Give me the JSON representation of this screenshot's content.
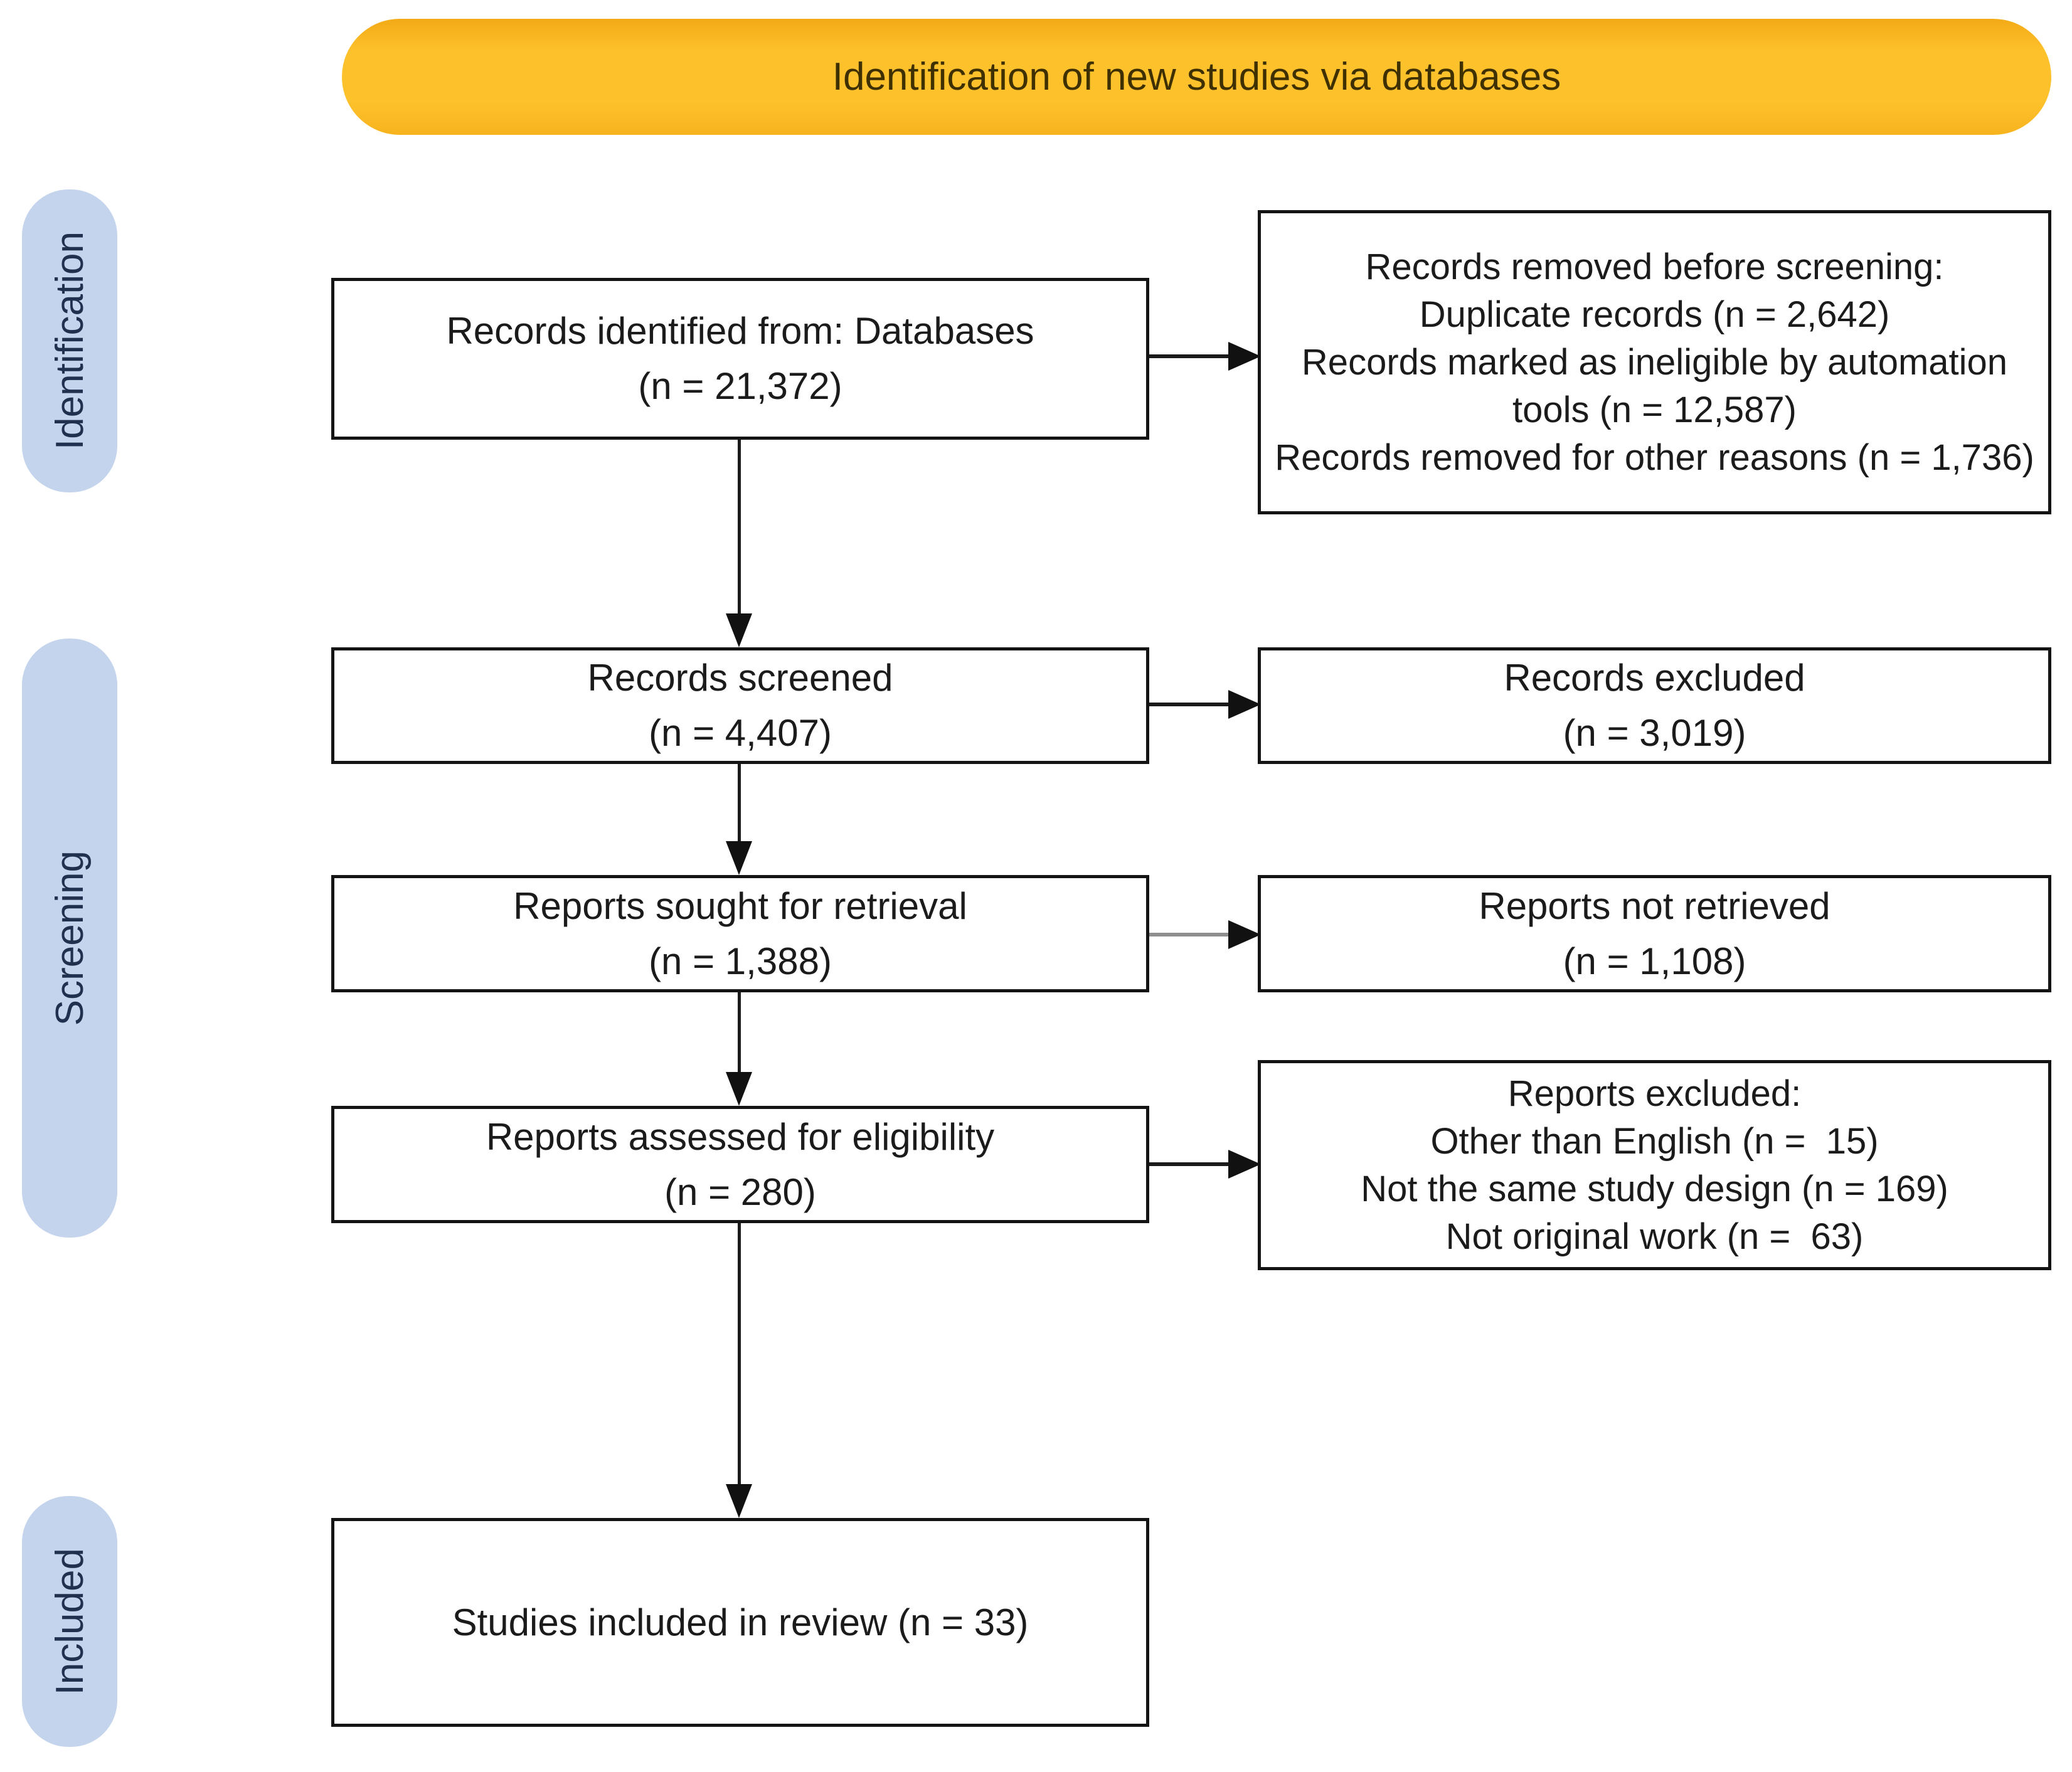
{
  "banner": {
    "title": "Identification of new studies via databases"
  },
  "stages": {
    "identification": "Identification",
    "screening": "Screening",
    "included": "Included"
  },
  "boxes": {
    "identified": {
      "line1": "Records identified from: Databases",
      "line2": "(n = 21,372)"
    },
    "removed_before_screening": {
      "title": "Records removed before screening:",
      "items": [
        "Duplicate records (n = 2,642)",
        "Records marked as ineligible by automation tools (n = 12,587)",
        "Records removed for other reasons (n = 1,736)"
      ]
    },
    "screened": {
      "line1": "Records screened",
      "line2": "(n = 4,407)"
    },
    "records_excluded": {
      "line1": "Records excluded",
      "line2": "(n = 3,019)"
    },
    "sought": {
      "line1": "Reports sought for retrieval",
      "line2": "(n = 1,388)"
    },
    "not_retrieved": {
      "line1": "Reports not retrieved",
      "line2": "(n = 1,108)"
    },
    "assessed": {
      "line1": "Reports assessed for eligibility",
      "line2": "(n = 280)"
    },
    "reports_excluded": {
      "title": "Reports excluded:",
      "items": [
        "Other than English (n =  15)",
        "Not the same study design (n = 169)",
        "Not original work (n =  63)"
      ]
    },
    "included_studies": {
      "line1": "Studies included in review (n = 33)"
    }
  },
  "colors": {
    "banner_bg": "#FDC12C",
    "stage_pill_bg": "#C4D4ED",
    "stage_text": "#20304F",
    "box_border": "#141414",
    "arrow_black": "#1A1A1A",
    "arrow_gray": "#8F8F8F"
  }
}
